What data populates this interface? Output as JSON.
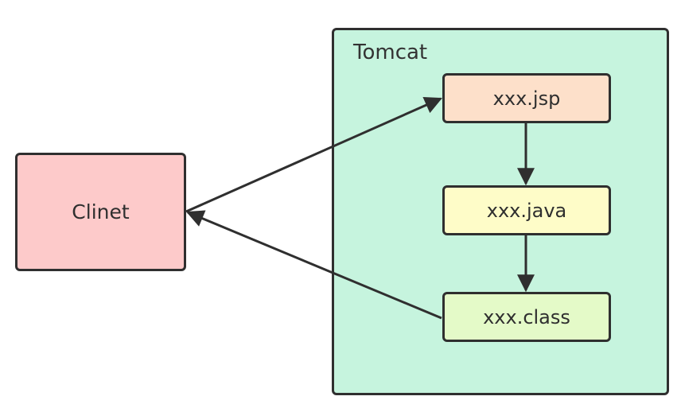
{
  "colors": {
    "container_fill": "#c6f4de",
    "client_fill": "#fdcaca",
    "jsp_fill": "#fde0ca",
    "java_fill": "#fefcc8",
    "class_fill": "#e4fac8",
    "stroke": "#2f2f2f"
  },
  "container": {
    "title": "Tomcat"
  },
  "client": {
    "label": "Clinet"
  },
  "nodes": {
    "jsp": "xxx.jsp",
    "java": "xxx.java",
    "class": "xxx.class"
  }
}
